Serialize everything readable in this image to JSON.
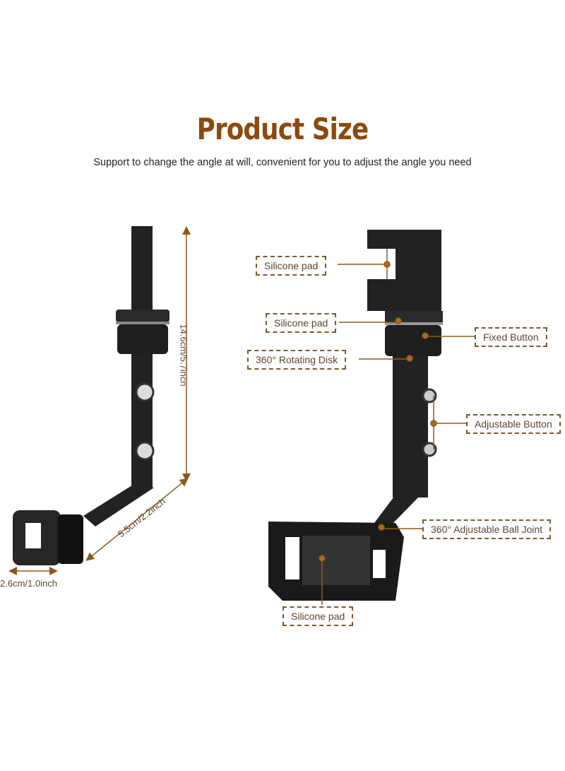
{
  "header": {
    "title": "Product Size",
    "subtitle": "Support to change the angle at will, convenient for you to adjust the angle you need"
  },
  "dimensions": {
    "height": "14.6cm/5.7incn",
    "arm": "5.5cm/2.2inch",
    "width": "2.6cm/1.0inch"
  },
  "callouts": [
    {
      "label": "Silicone pad"
    },
    {
      "label": "Silicone pad"
    },
    {
      "label": "360° Rotating Disk"
    },
    {
      "label": "Fixed Button"
    },
    {
      "label": "Adjustable Button"
    },
    {
      "label": "360° Adjustable Ball Joint"
    },
    {
      "label": "Silicone pad"
    }
  ],
  "colors": {
    "accent": "#8b4a0f",
    "product": "#1c1c1c",
    "callout": "#b06a1c"
  }
}
